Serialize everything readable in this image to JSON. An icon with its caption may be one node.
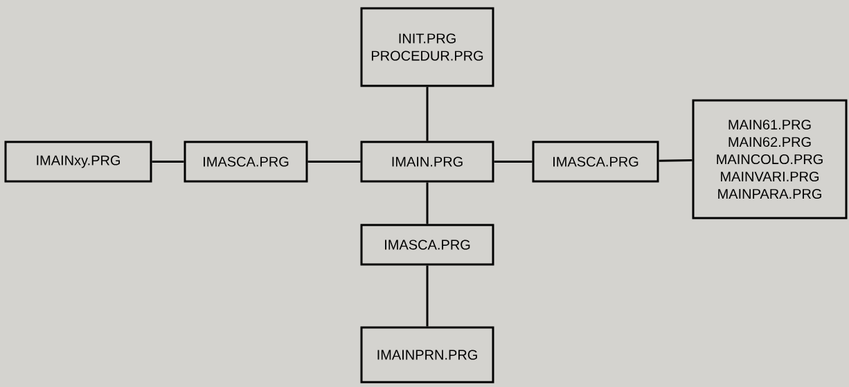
{
  "diagram": {
    "nodes": [
      {
        "text": [
          "INIT.PRG",
          "PROCEDUR.PRG"
        ]
      },
      {
        "text": [
          "IMAINxy.PRG"
        ]
      },
      {
        "text": [
          "IMASCA.PRG"
        ]
      },
      {
        "text": [
          "IMAIN.PRG"
        ]
      },
      {
        "text": [
          "IMASCA.PRG"
        ]
      },
      {
        "text": [
          "MAIN61.PRG",
          "MAIN62.PRG",
          "MAINCOLO.PRG",
          "MAINVARI.PRG",
          "MAINPARA.PRG"
        ]
      },
      {
        "text": [
          "IMASCA.PRG"
        ]
      },
      {
        "text": [
          "IMAINPRN.PRG"
        ]
      }
    ],
    "edges": [
      {
        "from": 1,
        "to": 2,
        "arrow": "none"
      },
      {
        "from": 2,
        "to": 3,
        "arrow": "none"
      },
      {
        "from": 3,
        "to": 0,
        "arrow": "none"
      },
      {
        "from": 3,
        "to": 4,
        "arrow": "none"
      },
      {
        "from": 4,
        "to": 5,
        "arrow": "none"
      },
      {
        "from": 3,
        "to": 6,
        "arrow": "none"
      },
      {
        "from": 6,
        "to": 7,
        "arrow": "none"
      }
    ]
  }
}
